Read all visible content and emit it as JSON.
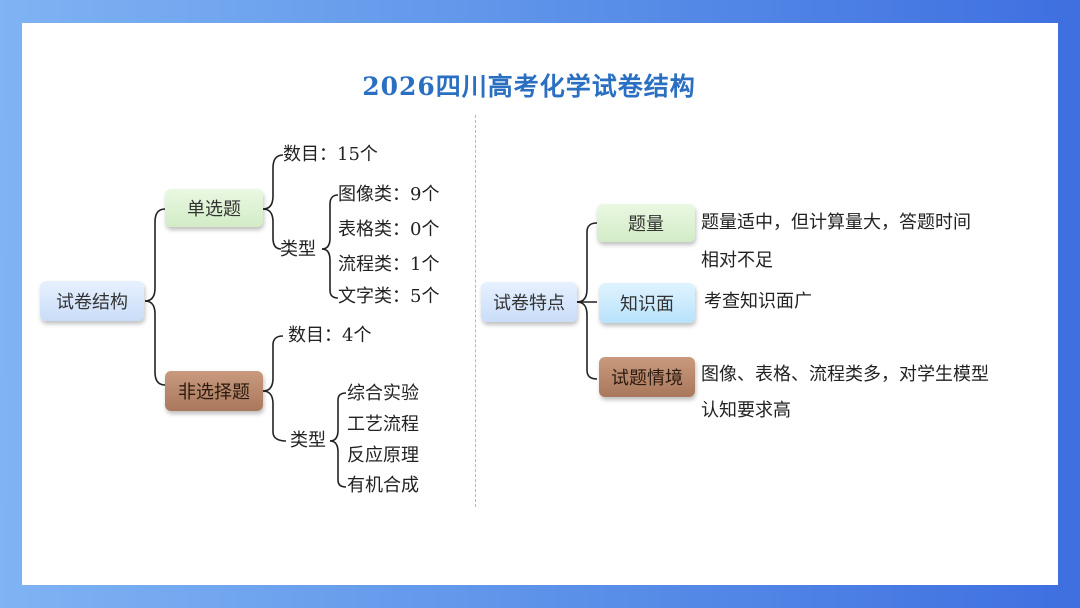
{
  "title": "2026四川高考化学试卷结构",
  "left": {
    "root": "试卷结构",
    "single": {
      "label": "单选题",
      "count": "数目：15个",
      "type_label": "类型",
      "types": [
        "图像类：9个",
        "表格类：0个",
        "流程类：1个",
        "文字类：5个"
      ]
    },
    "non_choice": {
      "label": "非选择题",
      "count": "数目：4个",
      "type_label": "类型",
      "types": [
        "综合实验",
        "工艺流程",
        "反应原理",
        "有机合成"
      ]
    }
  },
  "right": {
    "root": "试卷特点",
    "items": [
      {
        "label": "题量",
        "desc_line1": "题量适中，但计算量大，答题时间",
        "desc_line2": "相对不足"
      },
      {
        "label": "知识面",
        "desc_line1": "考查知识面广",
        "desc_line2": ""
      },
      {
        "label": "试题情境",
        "desc_line1": "图像、表格、流程类多，对学生模型",
        "desc_line2": "认知要求高"
      }
    ]
  }
}
